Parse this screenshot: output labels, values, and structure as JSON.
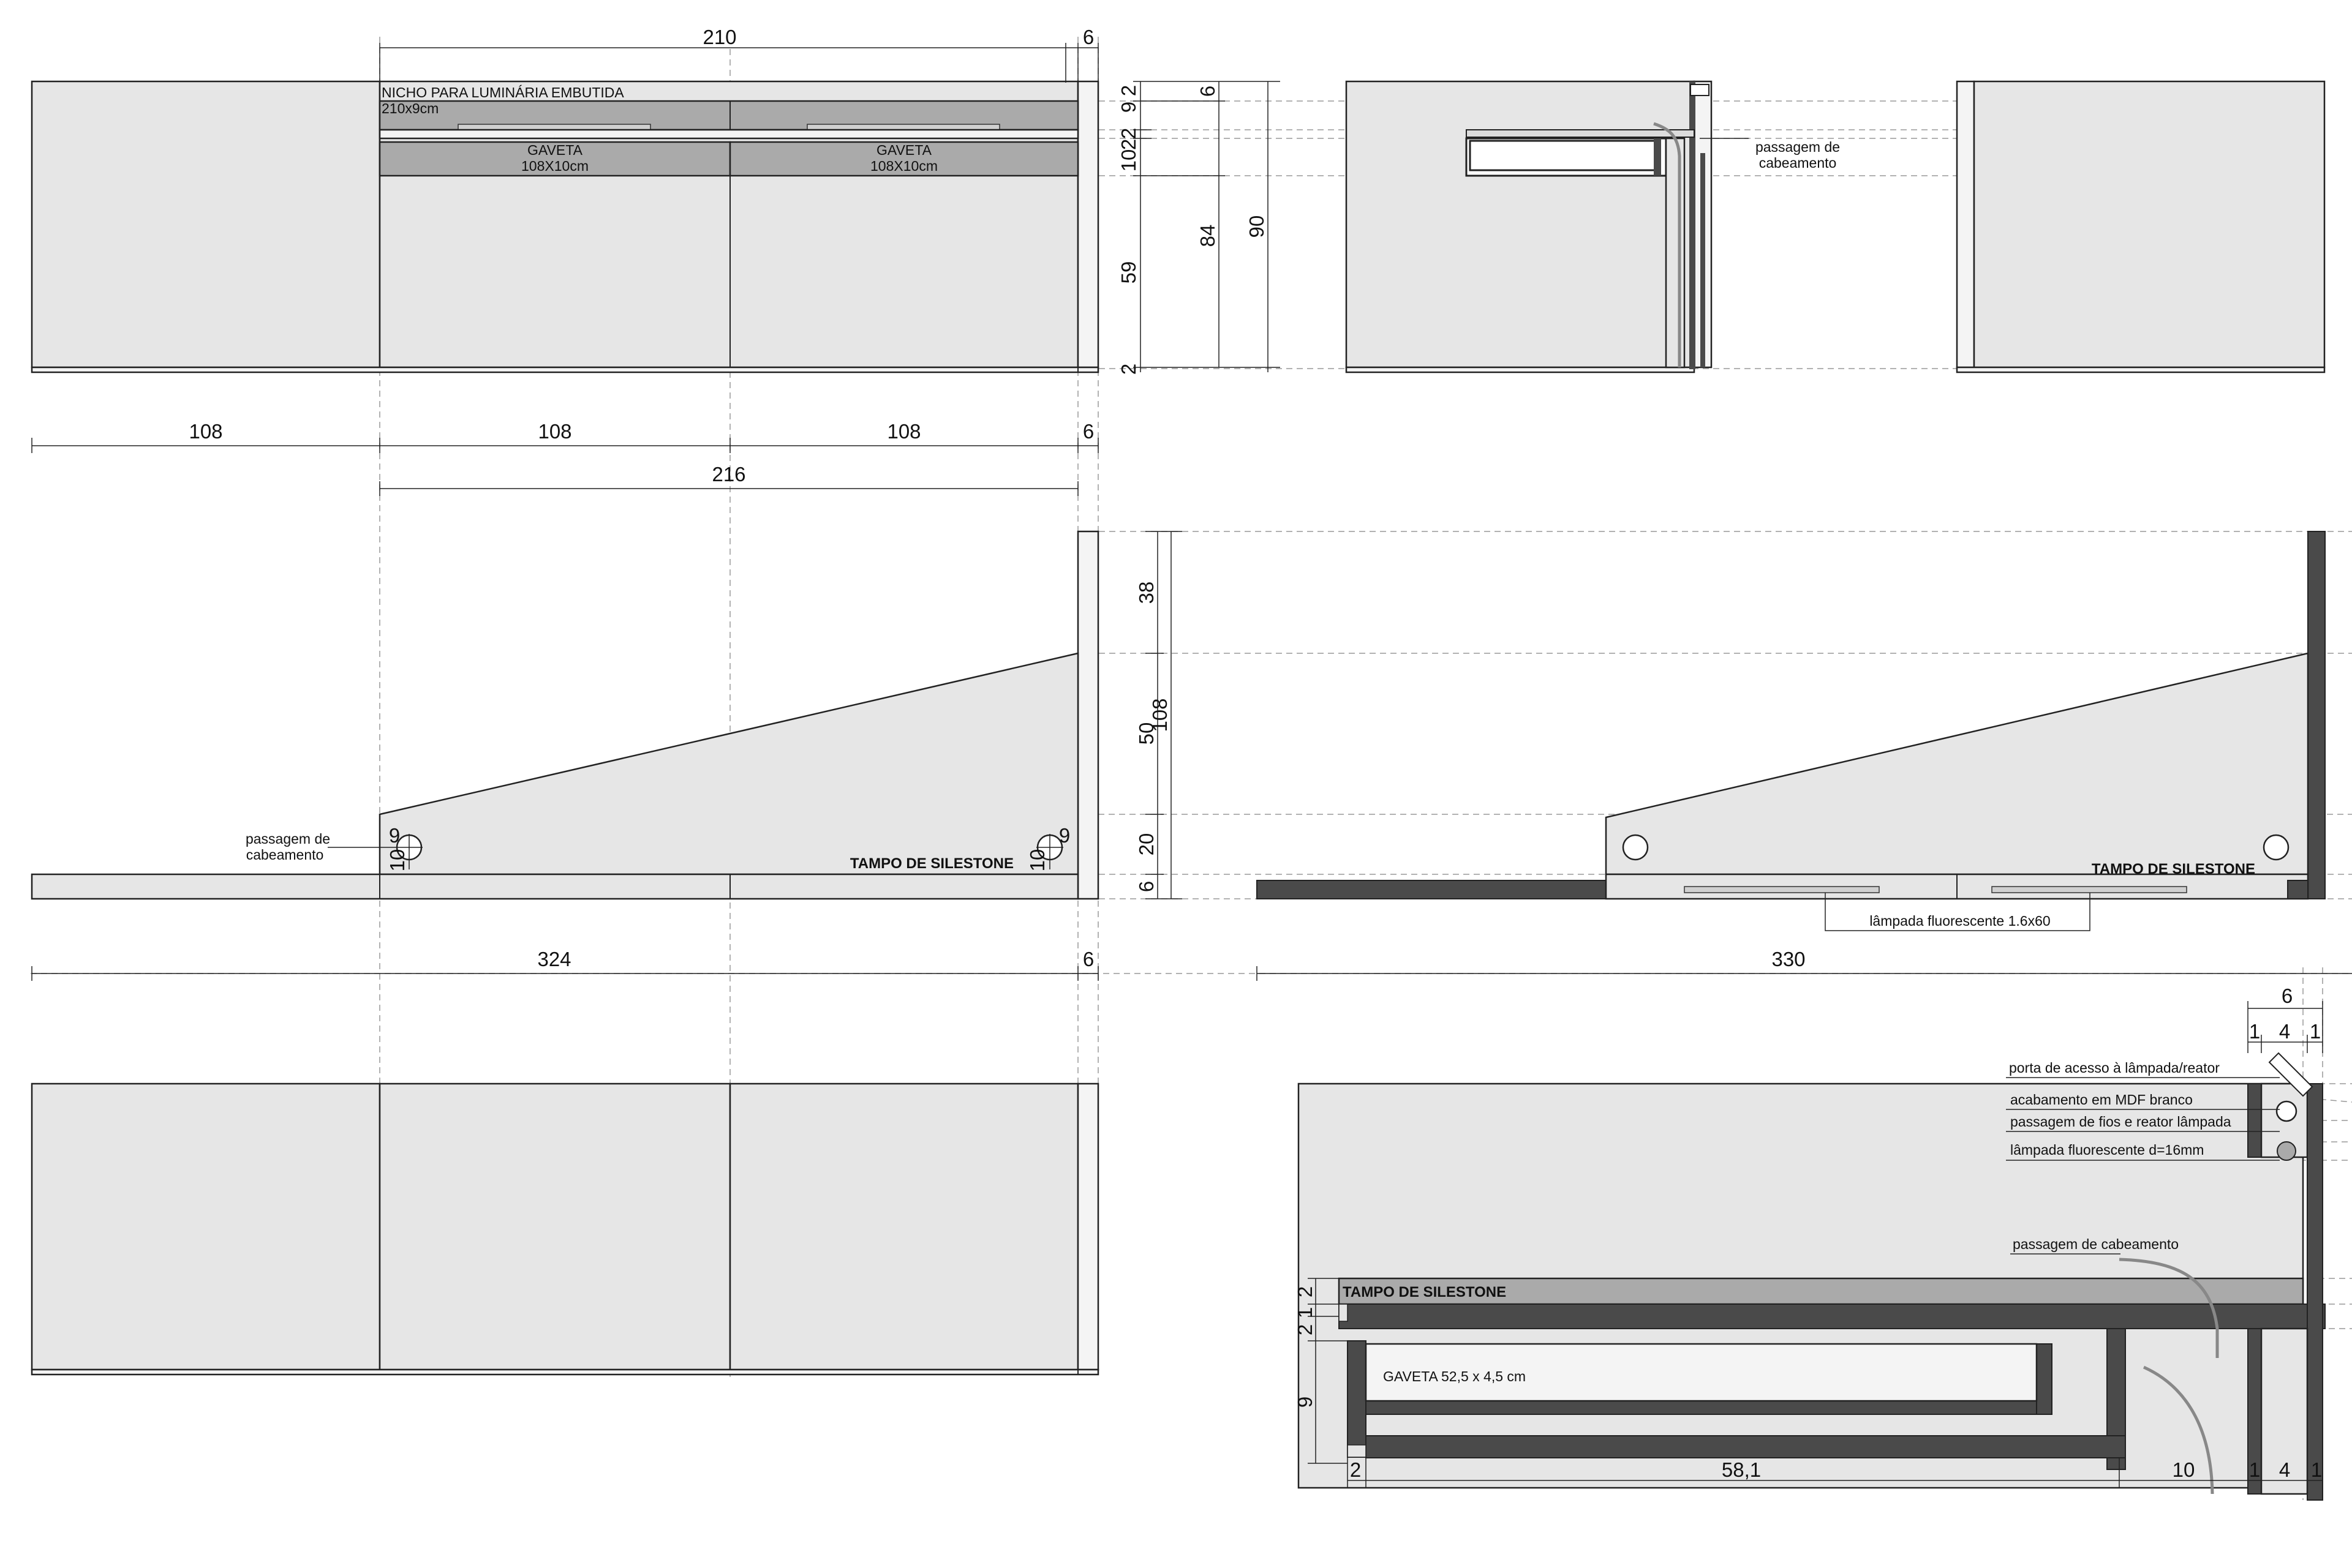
{
  "front_view": {
    "nicho_title": "NICHO PARA LUMINÁRIA EMBUTIDA",
    "nicho_size": "210x9cm",
    "drawer_label": "GAVETA",
    "drawer_size": "108X10cm",
    "dim_top_width": "210",
    "dim_top_side": "6",
    "dim_row": [
      "108",
      "108",
      "108",
      "6"
    ],
    "dim_216": "216"
  },
  "side_section": {
    "dims": [
      "6",
      "2",
      "9",
      "2",
      "2",
      "10",
      "59",
      "2",
      "84",
      "90"
    ],
    "cable_label": [
      "passagem de",
      "cabeamento"
    ]
  },
  "plan_view": {
    "dims_right": [
      "38",
      "50",
      "20",
      "6",
      "108"
    ],
    "hole_dims": [
      "9",
      "10"
    ],
    "cable_label": [
      "passagem de",
      "cabeamento"
    ],
    "tampo": "TAMPO DE SILESTONE",
    "dim_bottom": "324",
    "dim_bottom_side": "6"
  },
  "right_plan": {
    "tampo": "TAMPO DE SILESTONE",
    "lamp_label": "lâmpada fluorescente 1.6x60",
    "dim_bottom": "330"
  },
  "detail": {
    "dim_top": "6",
    "dim_top_parts": [
      "1",
      "4",
      "1"
    ],
    "notes": [
      "porta de acesso à lâmpada/reator",
      "acabamento em MDF branco",
      "passagem de fios e reator lâmpada",
      "lâmpada fluorescente d=16mm"
    ],
    "cable_note": "passagem de cabeamento",
    "tampo": "TAMPO DE SILESTONE",
    "drawer": "GAVETA 52,5 x 4,5 cm",
    "dims_left": [
      "2",
      "1",
      "2",
      "9"
    ],
    "dims_bottom": [
      "2",
      "58,1",
      "10",
      "1",
      "4",
      "1"
    ]
  }
}
